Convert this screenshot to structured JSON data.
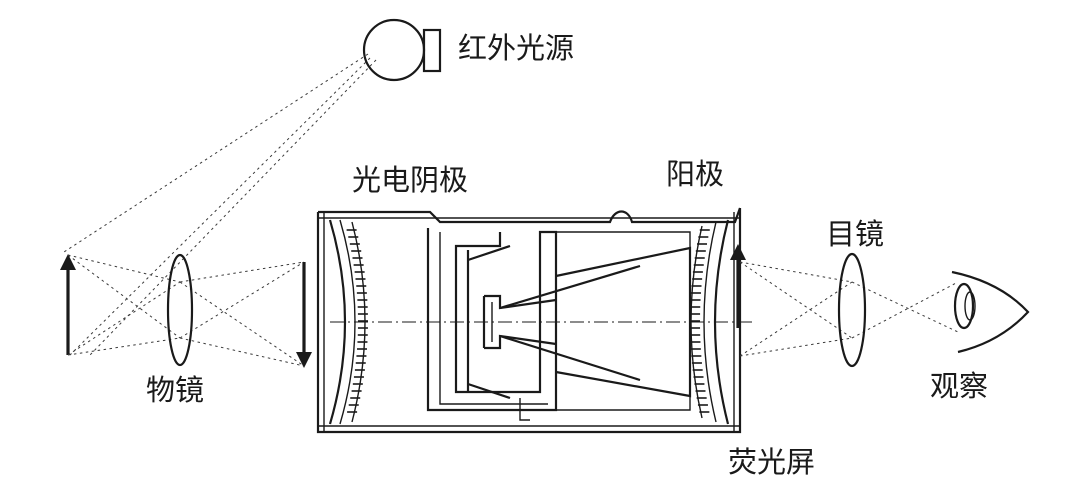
{
  "labels": {
    "ir_source": "红外光源",
    "photocathode": "光电阴极",
    "anode": "阳极",
    "eyepiece": "目镜",
    "objective": "物镜",
    "observe": "观察",
    "phosphor_screen": "荧光屏"
  }
}
